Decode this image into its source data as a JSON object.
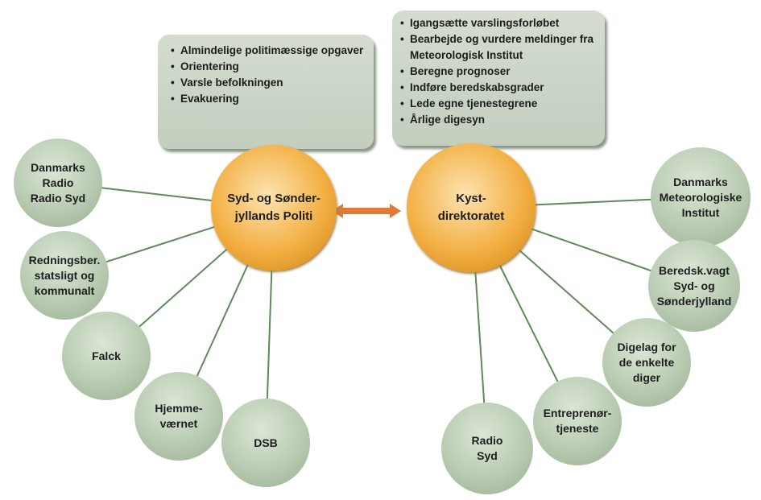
{
  "hubs": {
    "police": "Syd- og Sønder-\njyllands Politi",
    "coast": "Kyst-\ndirektoratet"
  },
  "police_tasks": [
    "Almindelige politimæssige opgaver",
    "Orientering",
    "Varsle befolkningen",
    "Evakuering"
  ],
  "coast_tasks": [
    "Igangsætte varslingsforløbet",
    "Bearbejde og vurdere meldinger fra Meteorologisk Institut",
    "Beregne prognoser",
    "Indføre beredskabsgrader",
    "Lede egne tjenestegrene",
    "Årlige digesyn"
  ],
  "police_partners": [
    "Danmarks\nRadio\nRadio Syd",
    "Redningsber.\nstatsligt og\nkommunalt",
    "Falck",
    "Hjemme-\nværnet",
    "DSB"
  ],
  "coast_partners": [
    "Danmarks\nMeteorologiske\nInstitut",
    "Beredsk.vagt\nSyd- og\nSønderjylland",
    "Digelag for\nde enkelte\ndiger",
    "Entreprenør-\ntjeneste",
    "Radio\nSyd"
  ],
  "colors": {
    "hub": "#f0a73a",
    "node": "#b5c8ae",
    "line": "#5e8a5a",
    "arrow": "#e07a3a"
  }
}
